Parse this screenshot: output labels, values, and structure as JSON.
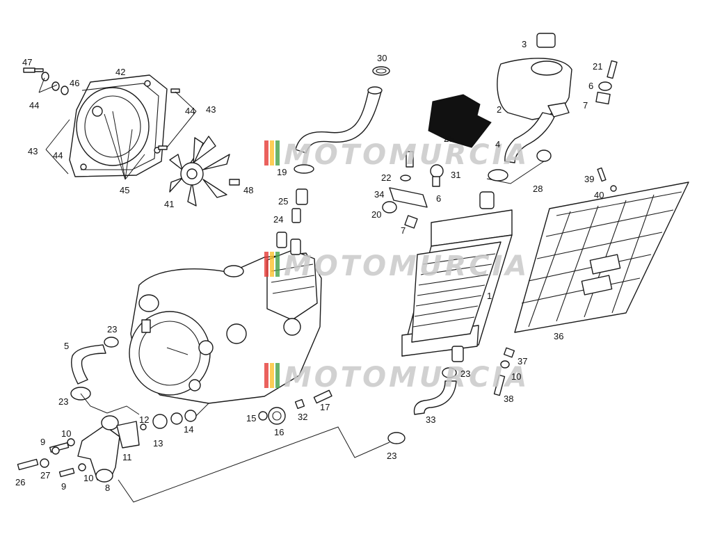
{
  "watermark": {
    "text": "MOTOMURCIA",
    "flag_colors": [
      "#e53935",
      "#fbc02d",
      "#43a047"
    ]
  },
  "callouts": [
    {
      "id": "1",
      "label": "1"
    },
    {
      "id": "2",
      "label": "2"
    },
    {
      "id": "3",
      "label": "3"
    },
    {
      "id": "4",
      "label": "4"
    },
    {
      "id": "5",
      "label": "5"
    },
    {
      "id": "6a",
      "label": "6"
    },
    {
      "id": "6b",
      "label": "6"
    },
    {
      "id": "7a",
      "label": "7"
    },
    {
      "id": "7b",
      "label": "7"
    },
    {
      "id": "8",
      "label": "8"
    },
    {
      "id": "9a",
      "label": "9"
    },
    {
      "id": "9b",
      "label": "9"
    },
    {
      "id": "10a",
      "label": "10"
    },
    {
      "id": "10b",
      "label": "10"
    },
    {
      "id": "10c",
      "label": "10"
    },
    {
      "id": "11",
      "label": "11"
    },
    {
      "id": "12",
      "label": "12"
    },
    {
      "id": "13",
      "label": "13"
    },
    {
      "id": "14",
      "label": "14"
    },
    {
      "id": "15",
      "label": "15"
    },
    {
      "id": "16",
      "label": "16"
    },
    {
      "id": "17",
      "label": "17"
    },
    {
      "id": "19",
      "label": "19"
    },
    {
      "id": "20",
      "label": "20"
    },
    {
      "id": "21",
      "label": "21"
    },
    {
      "id": "22",
      "label": "22"
    },
    {
      "id": "23a",
      "label": "23"
    },
    {
      "id": "23b",
      "label": "23"
    },
    {
      "id": "23c",
      "label": "23"
    },
    {
      "id": "23d",
      "label": "23"
    },
    {
      "id": "24",
      "label": "24"
    },
    {
      "id": "25a",
      "label": "25"
    },
    {
      "id": "25b",
      "label": "25"
    },
    {
      "id": "26",
      "label": "26"
    },
    {
      "id": "27",
      "label": "27"
    },
    {
      "id": "28",
      "label": "28"
    },
    {
      "id": "30",
      "label": "30"
    },
    {
      "id": "31",
      "label": "31"
    },
    {
      "id": "32",
      "label": "32"
    },
    {
      "id": "33",
      "label": "33"
    },
    {
      "id": "34",
      "label": "34"
    },
    {
      "id": "36",
      "label": "36"
    },
    {
      "id": "37",
      "label": "37"
    },
    {
      "id": "38",
      "label": "38"
    },
    {
      "id": "39",
      "label": "39"
    },
    {
      "id": "40",
      "label": "40"
    },
    {
      "id": "41",
      "label": "41"
    },
    {
      "id": "42",
      "label": "42"
    },
    {
      "id": "43a",
      "label": "43"
    },
    {
      "id": "43b",
      "label": "43"
    },
    {
      "id": "44a",
      "label": "44"
    },
    {
      "id": "44b",
      "label": "44"
    },
    {
      "id": "44c",
      "label": "44"
    },
    {
      "id": "45",
      "label": "45"
    },
    {
      "id": "46",
      "label": "46"
    },
    {
      "id": "47",
      "label": "47"
    },
    {
      "id": "48",
      "label": "48"
    }
  ]
}
